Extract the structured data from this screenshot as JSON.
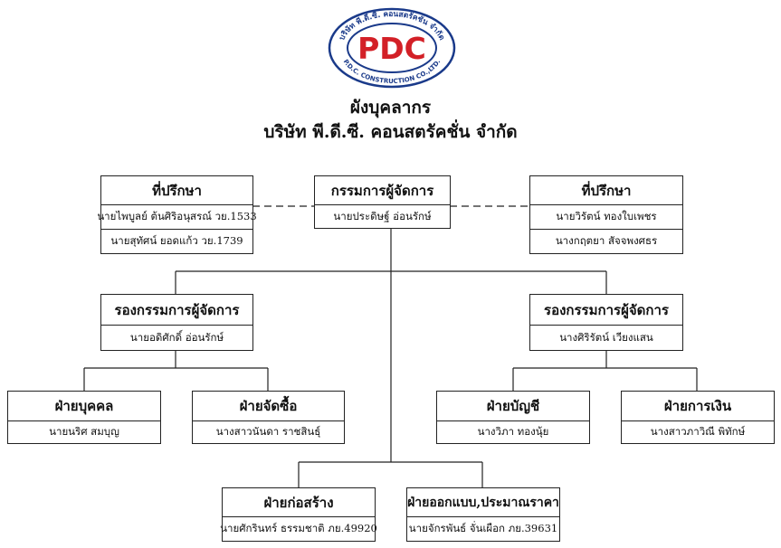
{
  "logo": {
    "brand": "PDC",
    "arc_top": "บริษัท พี.ดี.ซี. คอนสตรัคชั่น จำกัด",
    "arc_bottom": "P.D.C. CONSTRUCTION CO.,LTD.",
    "colors": {
      "ring": "#1a3a8a",
      "text": "#d32027"
    }
  },
  "title": {
    "line1": "ผังบุคลากร",
    "line2": "บริษัท พี.ดี.ซี. คอนสตรัคชั่น จำกัด"
  },
  "nodes": {
    "advisor_left": {
      "title": "ที่ปรึกษา",
      "members": [
        "นายไพบูลย์ ต้นศิริอนุสรณ์ วย.1533",
        "นายสุทัศน์ ยอดแก้ว วย.1739"
      ]
    },
    "managing_director": {
      "title": "กรรมการผู้จัดการ",
      "members": [
        "นายประดิษฐ์ อ่อนรักษ์"
      ]
    },
    "advisor_right": {
      "title": "ที่ปรึกษา",
      "members": [
        "นายวิรัตน์ ทองใบเพชร",
        "นางกฤตยา สัจจพงศธร"
      ]
    },
    "deputy_left": {
      "title": "รองกรรมการผู้จัดการ",
      "members": [
        "นายอดิศักดิ์ อ่อนรักษ์"
      ]
    },
    "deputy_right": {
      "title": "รองกรรมการผู้จัดการ",
      "members": [
        "นางศิริรัตน์ เวียงแสน"
      ]
    },
    "personnel": {
      "title": "ฝ่ายบุคคล",
      "members": [
        "นายนริศ สมบุญ"
      ]
    },
    "procurement": {
      "title": "ฝ่ายจัดซื้อ",
      "members": [
        "นางสาวนันดา ราชสินธุ์"
      ]
    },
    "accounting": {
      "title": "ฝ่ายบัญชี",
      "members": [
        "นางวิภา ทองนุ้ย"
      ]
    },
    "finance": {
      "title": "ฝ่ายการเงิน",
      "members": [
        "นางสาวภาวิณี พิทักษ์"
      ]
    },
    "construction": {
      "title": "ฝ่ายก่อสร้าง",
      "members": [
        "นายศักรินทร์ ธรรมชาติ ภย.49920"
      ]
    },
    "design_estimation": {
      "title": "ฝ่ายออกแบบ,ประมาณราคา",
      "members": [
        "นายจักรพันธ์ จั่นเผือก ภย.39631"
      ]
    }
  }
}
